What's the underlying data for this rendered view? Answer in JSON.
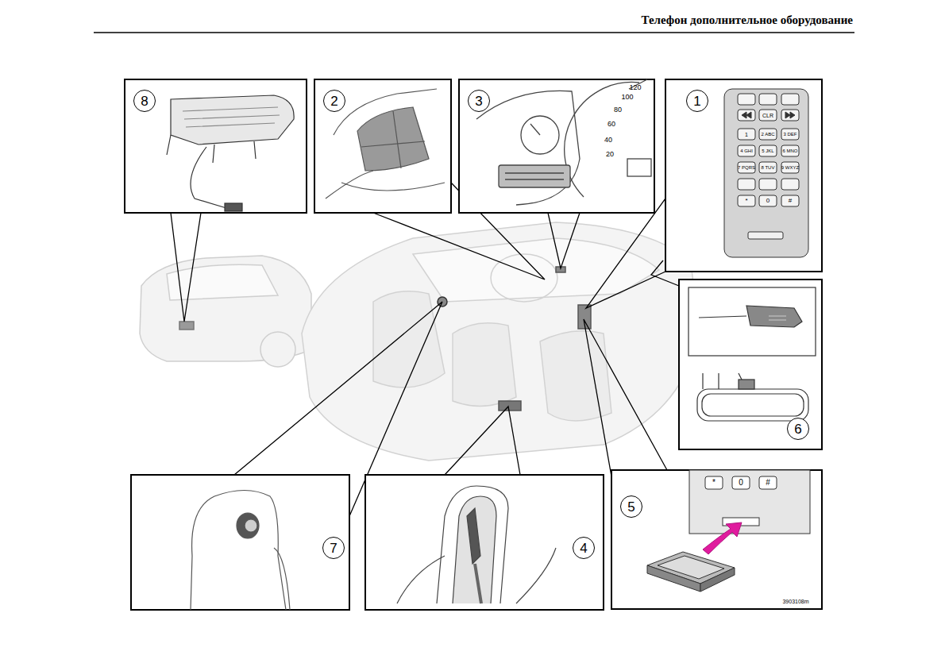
{
  "diagram": {
    "title": "Телефон  дополнительное оборудование",
    "nodes": [
      {
        "text": [
          "8"
        ]
      },
      {
        "text": [
          "2"
        ]
      },
      {
        "text": [
          "3"
        ]
      },
      {
        "text": [
          "1"
        ]
      },
      {
        "text": [
          "6"
        ]
      },
      {
        "text": [
          "7"
        ]
      },
      {
        "text": [
          "4"
        ]
      },
      {
        "text": [
          "5"
        ]
      }
    ],
    "labels": [
      "120",
      "100",
      "80",
      "60",
      "40",
      "20",
      "CLR",
      "1",
      "2 ABC",
      "3 DEF",
      "4 GHI",
      "5 JKL",
      "6 MNO",
      "7 PQRS",
      "8 TUV",
      "9 WXYZ",
      "*",
      "0",
      "#",
      "*",
      "0",
      "#",
      "3903108m"
    ]
  }
}
